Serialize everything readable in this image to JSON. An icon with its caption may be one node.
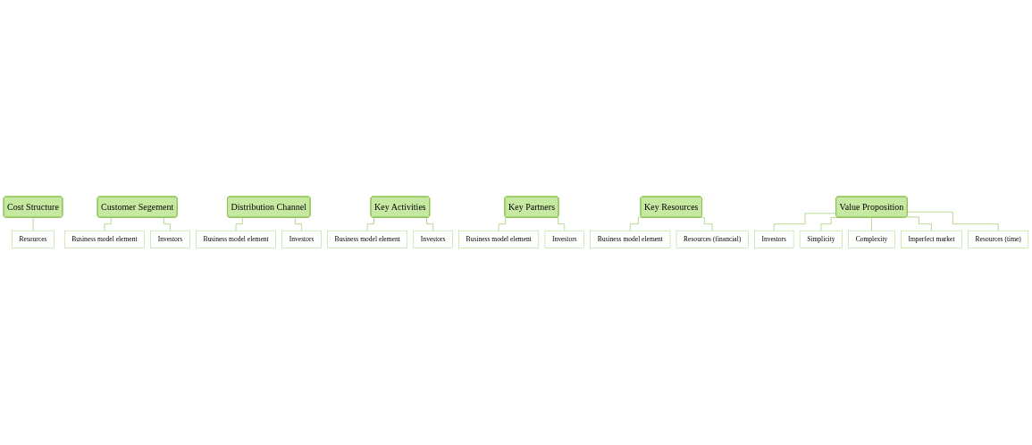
{
  "diagram": {
    "nodes": [
      {
        "text": [
          "Cost Structure"
        ]
      },
      {
        "text": [
          "Resources"
        ]
      },
      {
        "text": [
          "Customer Segement"
        ]
      },
      {
        "text": [
          "Business model element"
        ]
      },
      {
        "text": [
          "Investors"
        ]
      },
      {
        "text": [
          "Distribution Channel"
        ]
      },
      {
        "text": [
          "Business model element"
        ]
      },
      {
        "text": [
          "Investors"
        ]
      },
      {
        "text": [
          "Key Activities"
        ]
      },
      {
        "text": [
          "Business model element"
        ]
      },
      {
        "text": [
          "Investors"
        ]
      },
      {
        "text": [
          "Key Partners"
        ]
      },
      {
        "text": [
          "Business model element"
        ]
      },
      {
        "text": [
          "Investors"
        ]
      },
      {
        "text": [
          "Key Resources"
        ]
      },
      {
        "text": [
          "Business model element"
        ]
      },
      {
        "text": [
          "Resources (financial)"
        ]
      },
      {
        "text": [
          "Value Proposition"
        ]
      },
      {
        "text": [
          "Investors"
        ]
      },
      {
        "text": [
          "Simplicity"
        ]
      },
      {
        "text": [
          "Complexity"
        ]
      },
      {
        "text": [
          "Imperfect market"
        ]
      },
      {
        "text": [
          "Resources (time)"
        ]
      }
    ],
    "edges": [
      {
        "from": 0,
        "to": 1,
        "arrow": "none"
      },
      {
        "from": 2,
        "to": 3,
        "arrow": "none"
      },
      {
        "from": 2,
        "to": 4,
        "arrow": "none"
      },
      {
        "from": 5,
        "to": 6,
        "arrow": "none"
      },
      {
        "from": 5,
        "to": 7,
        "arrow": "none"
      },
      {
        "from": 8,
        "to": 9,
        "arrow": "none"
      },
      {
        "from": 8,
        "to": 10,
        "arrow": "none"
      },
      {
        "from": 11,
        "to": 12,
        "arrow": "none"
      },
      {
        "from": 11,
        "to": 13,
        "arrow": "none"
      },
      {
        "from": 14,
        "to": 15,
        "arrow": "none"
      },
      {
        "from": 14,
        "to": 16,
        "arrow": "none"
      },
      {
        "from": 17,
        "to": 18,
        "arrow": "none"
      },
      {
        "from": 17,
        "to": 19,
        "arrow": "none"
      },
      {
        "from": 17,
        "to": 20,
        "arrow": "none"
      },
      {
        "from": 17,
        "to": 21,
        "arrow": "none"
      },
      {
        "from": 17,
        "to": 22,
        "arrow": "none"
      }
    ]
  }
}
